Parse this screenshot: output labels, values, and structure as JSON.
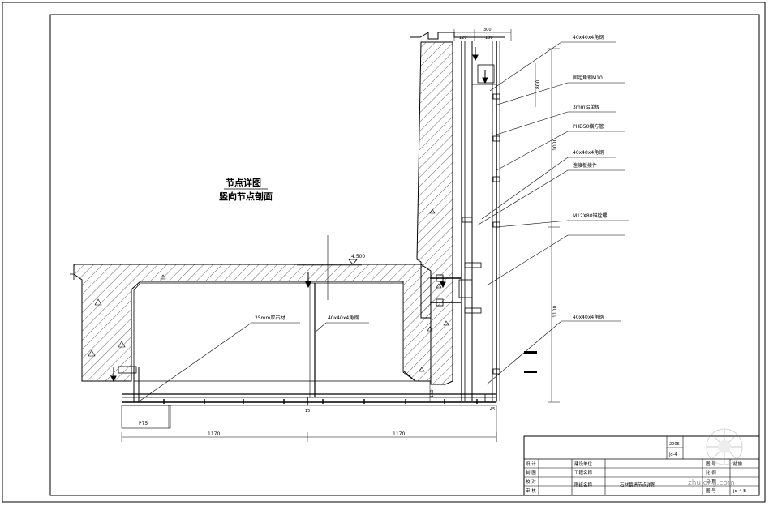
{
  "drawing": {
    "title_main": "节点详图",
    "title_sub": "竖向节点剖面",
    "elevation": "4.500",
    "dims": {
      "top_width": "300",
      "top_sub_a": "120",
      "top_sub_b": "180",
      "v_800": "800",
      "v_1000": "1000",
      "v_1100": "1100",
      "v_150": "150",
      "bottom_left": "1170",
      "bottom_right": "1170",
      "p75": "P75",
      "mid_15": "15",
      "right_45": "45"
    },
    "callouts": {
      "c1": "40x40x4角钢",
      "c2": "固定角钢M10",
      "c3": "3mm铝单板",
      "c4": "PHD50横方管",
      "c5": "40x40x4角钢",
      "c6": "连接板接件",
      "c7": "M12X80锚栓螺",
      "c8": "40x40x4角钢",
      "c9": "25mm厚石材",
      "c10": "40x40x4角钢"
    },
    "title_block": {
      "row1": [
        "设 计",
        "建设单位",
        "",
        "图 号",
        "结施"
      ],
      "row2": [
        "制 图",
        "工程名称",
        "",
        "比 例",
        ""
      ],
      "row3": [
        "校 对",
        "图纸名称",
        "石材幕墙节点详图",
        "日 期",
        ""
      ],
      "row4": [
        "审 核",
        "",
        "",
        "图 号",
        "jd-4 B"
      ],
      "small_a": "2006",
      "small_b": "jd-4"
    },
    "watermark": "zhulong.com"
  }
}
